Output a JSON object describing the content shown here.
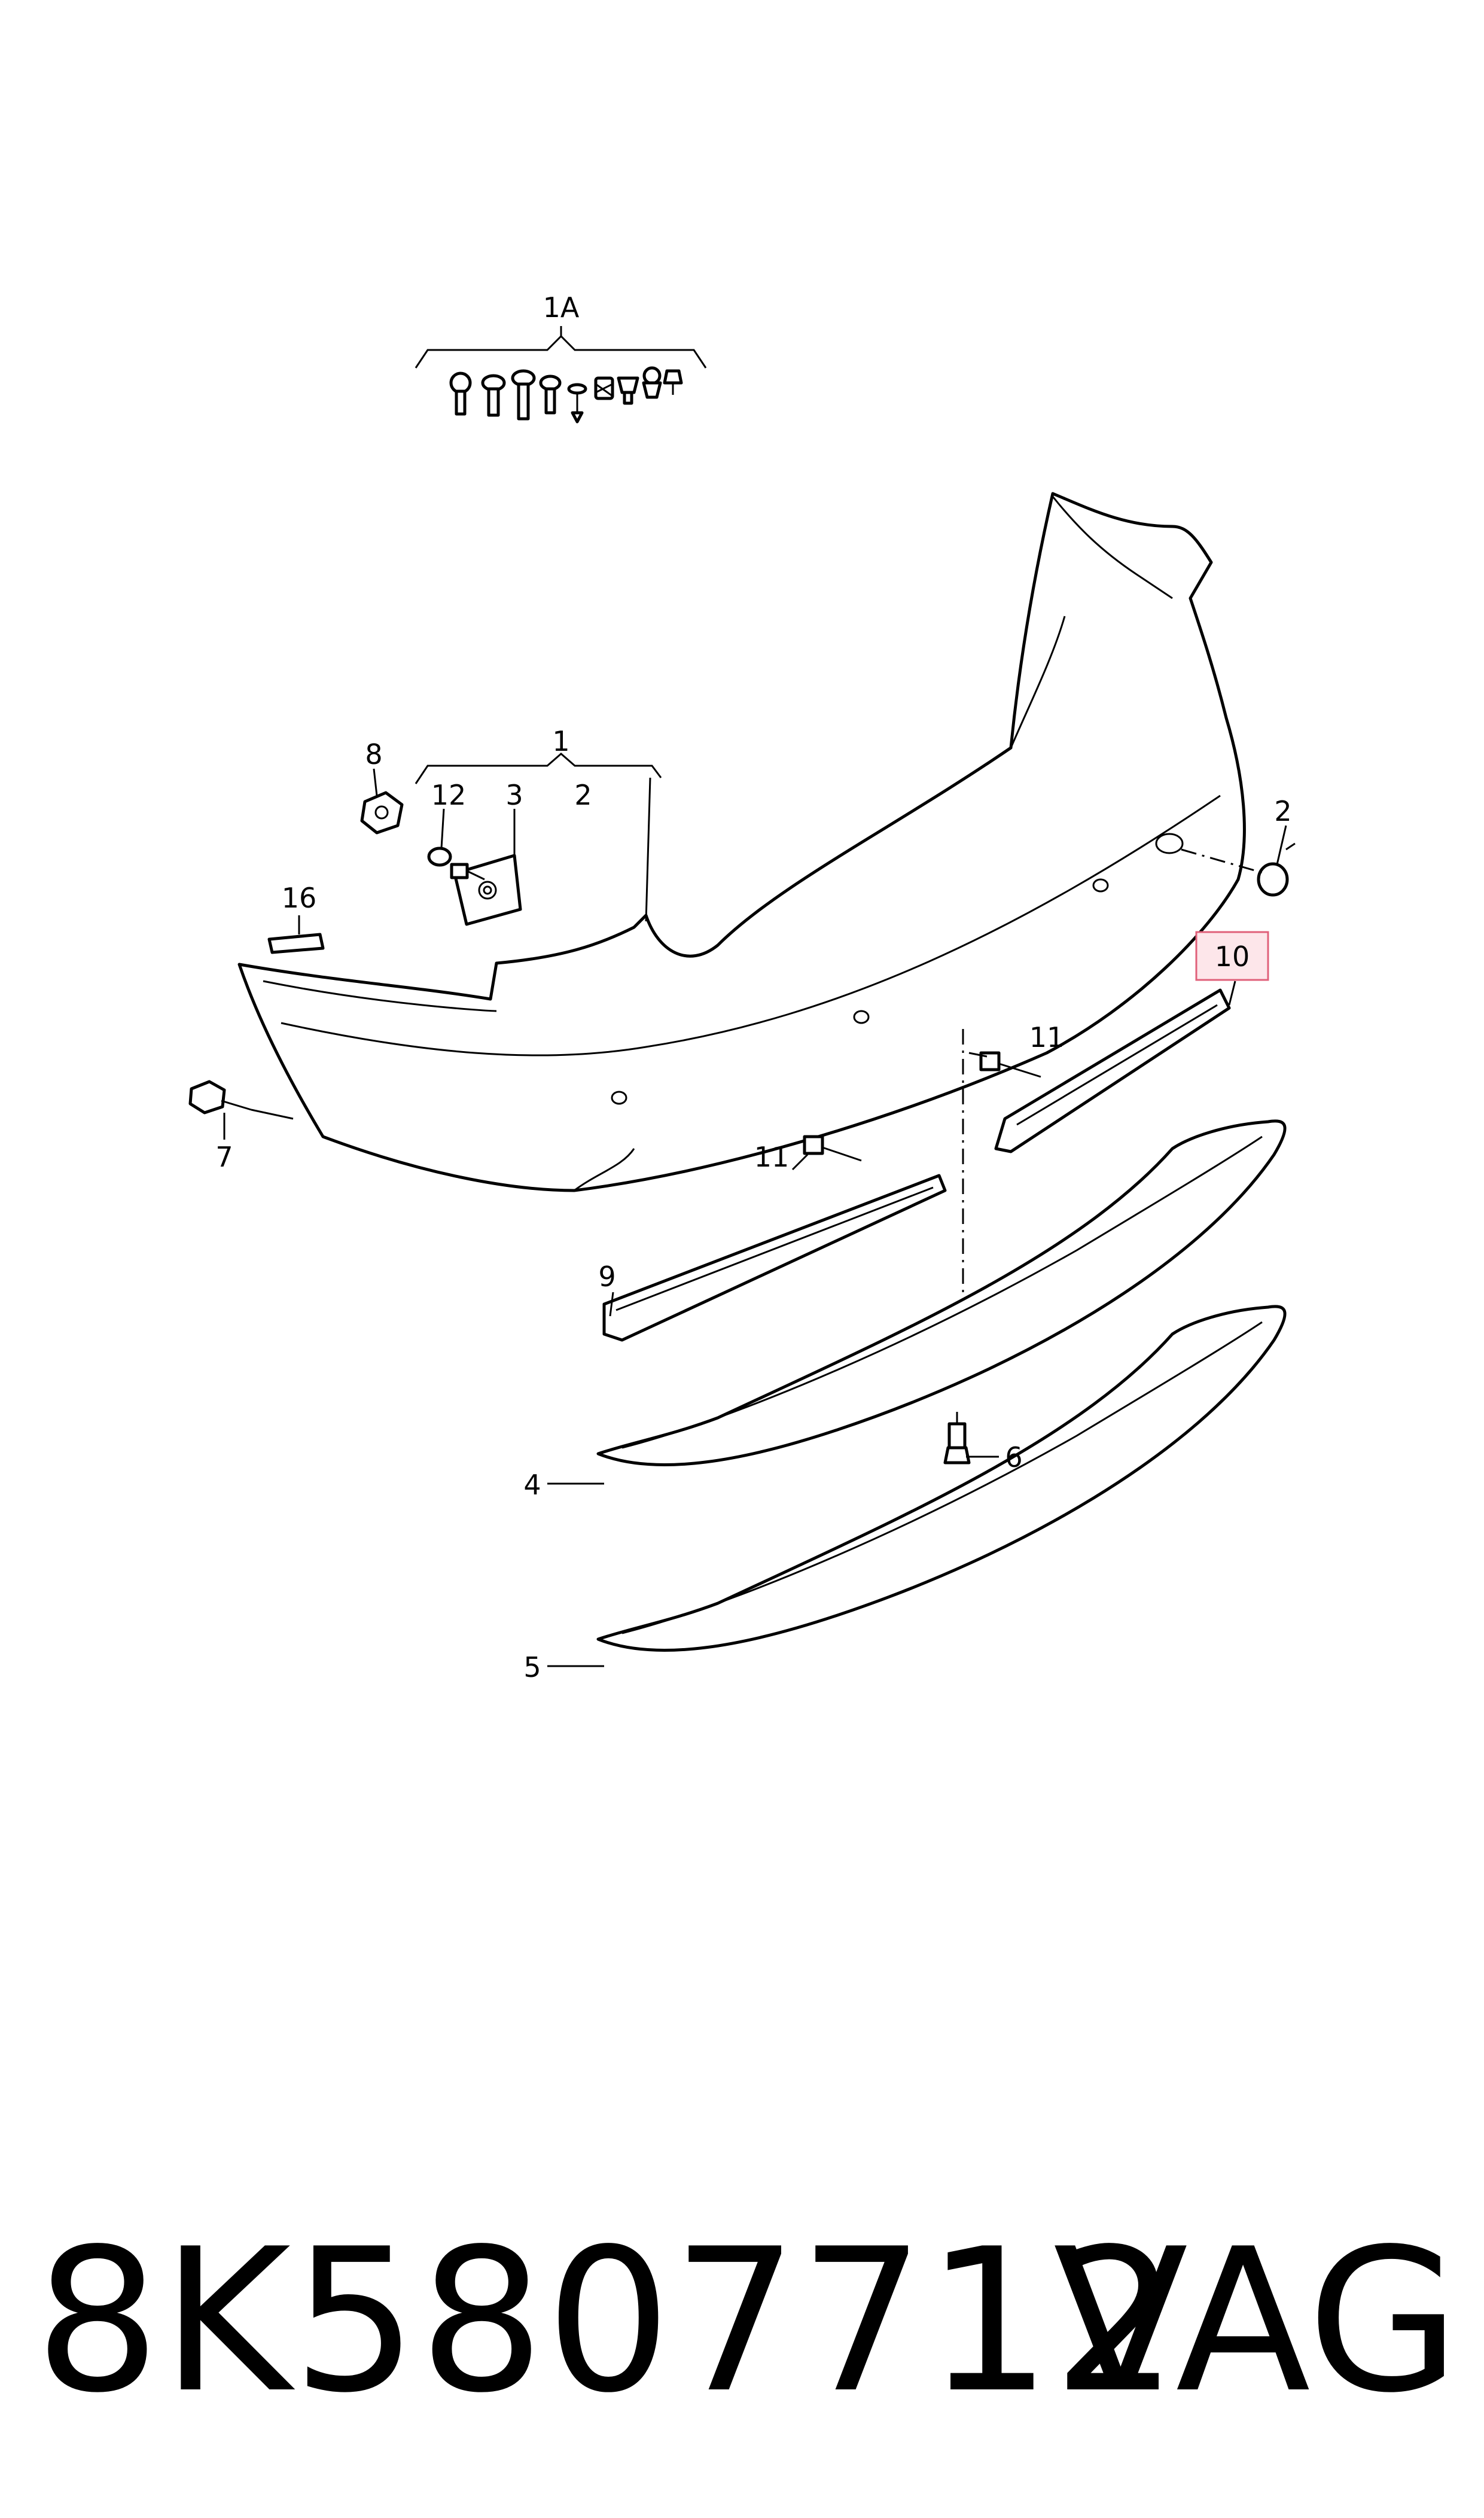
{
  "callouts": {
    "c1a": "1A",
    "c1": "1",
    "c2_left": "2",
    "c2_right": "2",
    "c3": "3",
    "c4": "4",
    "c5": "5",
    "c6": "6",
    "c7": "7",
    "c8": "8",
    "c9": "9",
    "c10": "10",
    "c11_upper": "11",
    "c11_lower": "11",
    "c12": "12",
    "c16": "16"
  },
  "highlight": {
    "callout": "10",
    "fill": "#fde6ea",
    "stroke": "#e0607a"
  },
  "footer": {
    "part_number": "8K5807712",
    "brand": "VAG"
  }
}
